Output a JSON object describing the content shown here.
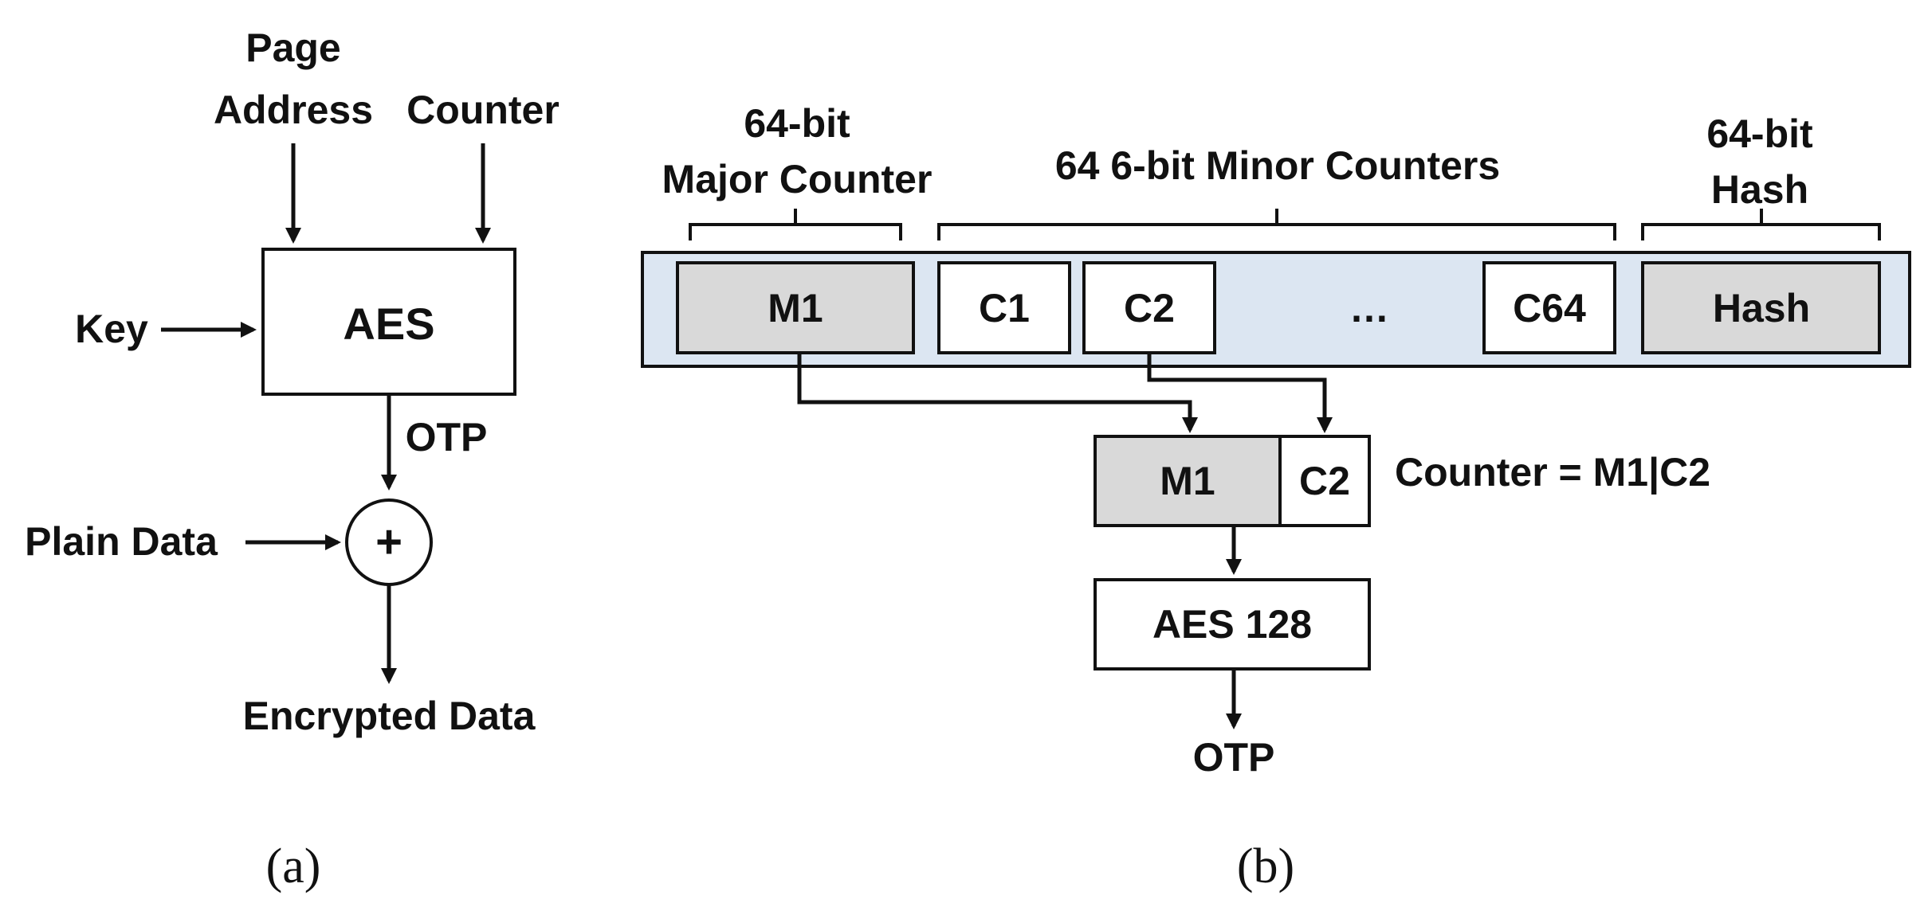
{
  "panel_a": {
    "label_page": "Page",
    "label_address": "Address",
    "label_counter": "Counter",
    "label_key": "Key",
    "aes_label": "AES",
    "label_otp": "OTP",
    "label_plain_data": "Plain Data",
    "xor_symbol": "+",
    "label_encrypted_data": "Encrypted Data",
    "caption": "(a)"
  },
  "panel_b": {
    "major_counter_line1": "64-bit",
    "major_counter_line2": "Major Counter",
    "minor_counters_label": "64 6-bit Minor Counters",
    "hash_line1": "64-bit",
    "hash_line2": "Hash",
    "cell_m1": "M1",
    "cell_c1": "C1",
    "cell_c2": "C2",
    "cell_ellipsis": "…",
    "cell_c64": "C64",
    "cell_hash": "Hash",
    "counter_m1": "M1",
    "counter_c2": "C2",
    "counter_formula": "Counter = M1|C2",
    "aes128_label": "AES 128",
    "otp_label": "OTP",
    "caption": "(b)"
  },
  "colors": {
    "cache_line_fill": "#dce6f2",
    "shaded_cell_fill": "#d9d9d9",
    "stroke": "#111111"
  }
}
